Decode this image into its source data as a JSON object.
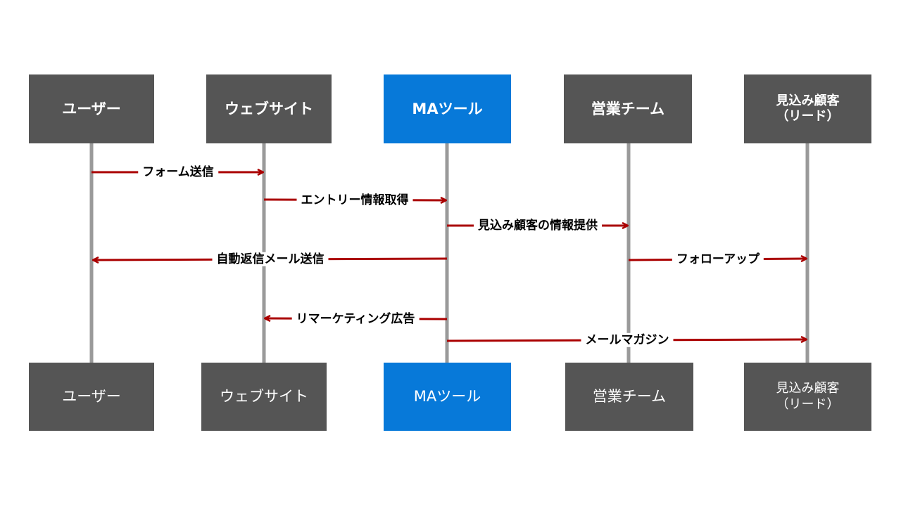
{
  "colors": {
    "box_gray": "#555555",
    "box_blue": "#0779d9",
    "lifeline": "#9a9a9a",
    "arrow": "#aa0000",
    "label_text": "#000000"
  },
  "participants": [
    {
      "id": "user",
      "label": "ユーザー",
      "color": "box_gray"
    },
    {
      "id": "website",
      "label": "ウェブサイト",
      "color": "box_gray"
    },
    {
      "id": "ma",
      "label": "MAツール",
      "color": "box_blue"
    },
    {
      "id": "sales",
      "label": "営業チーム",
      "color": "box_gray"
    },
    {
      "id": "lead",
      "label": "見込み顧客\n（リード）",
      "color": "box_gray"
    }
  ],
  "messages": [
    {
      "from": "user",
      "to": "website",
      "label": "フォーム送信"
    },
    {
      "from": "website",
      "to": "ma",
      "label": "エントリー情報取得"
    },
    {
      "from": "ma",
      "to": "sales",
      "label": "見込み顧客の情報提供"
    },
    {
      "from": "ma",
      "to": "user",
      "label": "自動返信メール送信"
    },
    {
      "from": "sales",
      "to": "lead",
      "label": "フォローアップ"
    },
    {
      "from": "ma",
      "to": "website",
      "label": "リマーケティング広告"
    },
    {
      "from": "ma",
      "to": "lead",
      "label": "メールマガジン"
    }
  ]
}
